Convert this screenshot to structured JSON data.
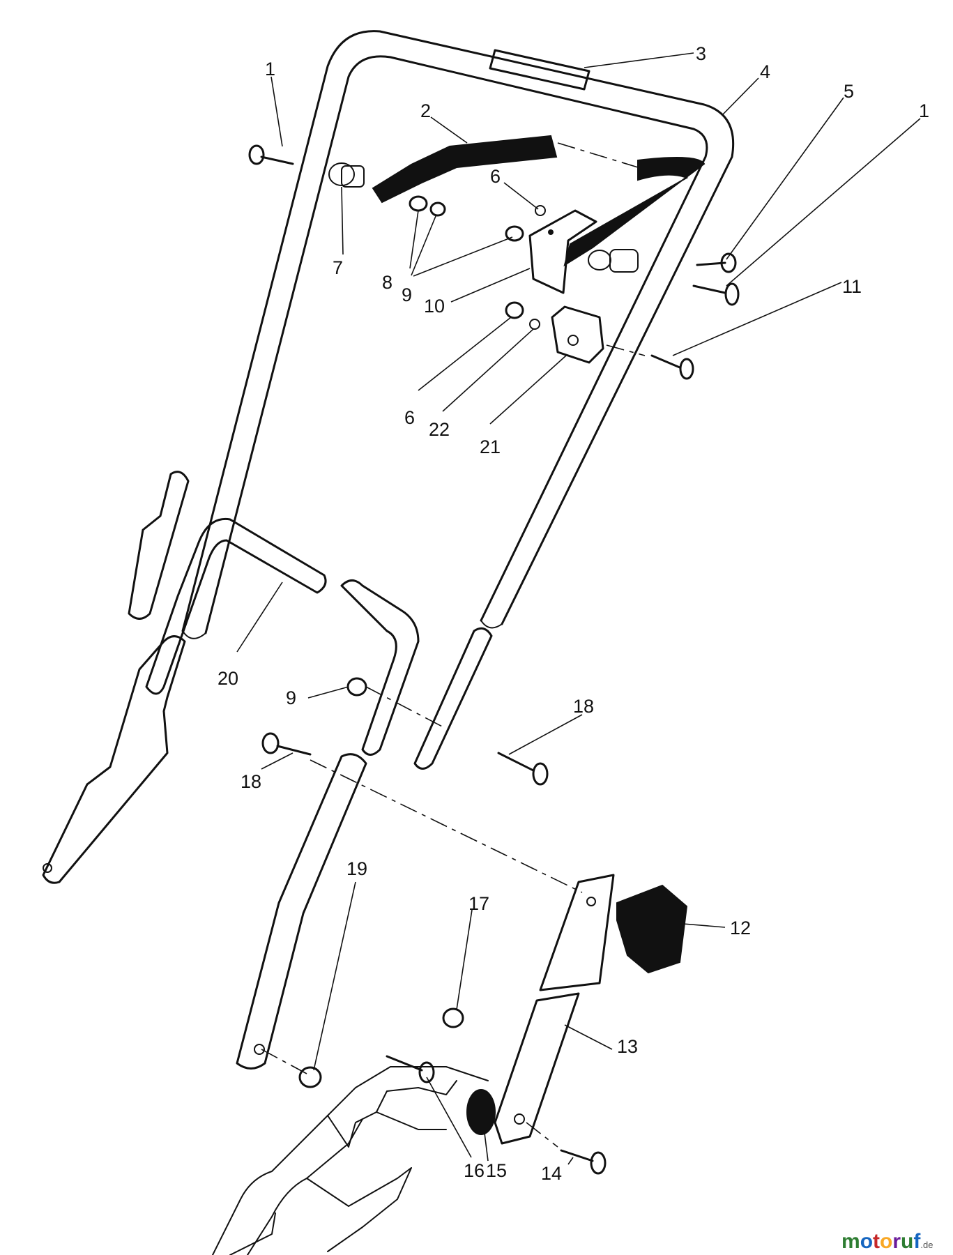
{
  "parts": [
    {
      "id": "label-1-left",
      "text": "1"
    },
    {
      "id": "label-1-right",
      "text": "1"
    },
    {
      "id": "label-2",
      "text": "2"
    },
    {
      "id": "label-3",
      "text": "3"
    },
    {
      "id": "label-4",
      "text": "4"
    },
    {
      "id": "label-5",
      "text": "5"
    },
    {
      "id": "label-6-top",
      "text": "6"
    },
    {
      "id": "label-6-bottom",
      "text": "6"
    },
    {
      "id": "label-7",
      "text": "7"
    },
    {
      "id": "label-8",
      "text": "8"
    },
    {
      "id": "label-9-top",
      "text": "9"
    },
    {
      "id": "label-9-mid",
      "text": "9"
    },
    {
      "id": "label-10",
      "text": "10"
    },
    {
      "id": "label-11",
      "text": "11"
    },
    {
      "id": "label-12",
      "text": "12"
    },
    {
      "id": "label-13",
      "text": "13"
    },
    {
      "id": "label-14",
      "text": "14"
    },
    {
      "id": "label-15",
      "text": "15"
    },
    {
      "id": "label-16",
      "text": "16"
    },
    {
      "id": "label-17",
      "text": "17"
    },
    {
      "id": "label-18-right",
      "text": "18"
    },
    {
      "id": "label-18-left",
      "text": "18"
    },
    {
      "id": "label-19",
      "text": "19"
    },
    {
      "id": "label-20",
      "text": "20"
    },
    {
      "id": "label-21",
      "text": "21"
    },
    {
      "id": "label-22",
      "text": "22"
    }
  ],
  "watermark": {
    "letters": [
      "m",
      "o",
      "t",
      "o",
      "r",
      "u",
      "f"
    ],
    "colors": [
      "#2e7d32",
      "#1565c0",
      "#c62828",
      "#f9a825",
      "#6a1b9a",
      "#2e7d32",
      "#1565c0"
    ],
    "suffix": ".de"
  }
}
